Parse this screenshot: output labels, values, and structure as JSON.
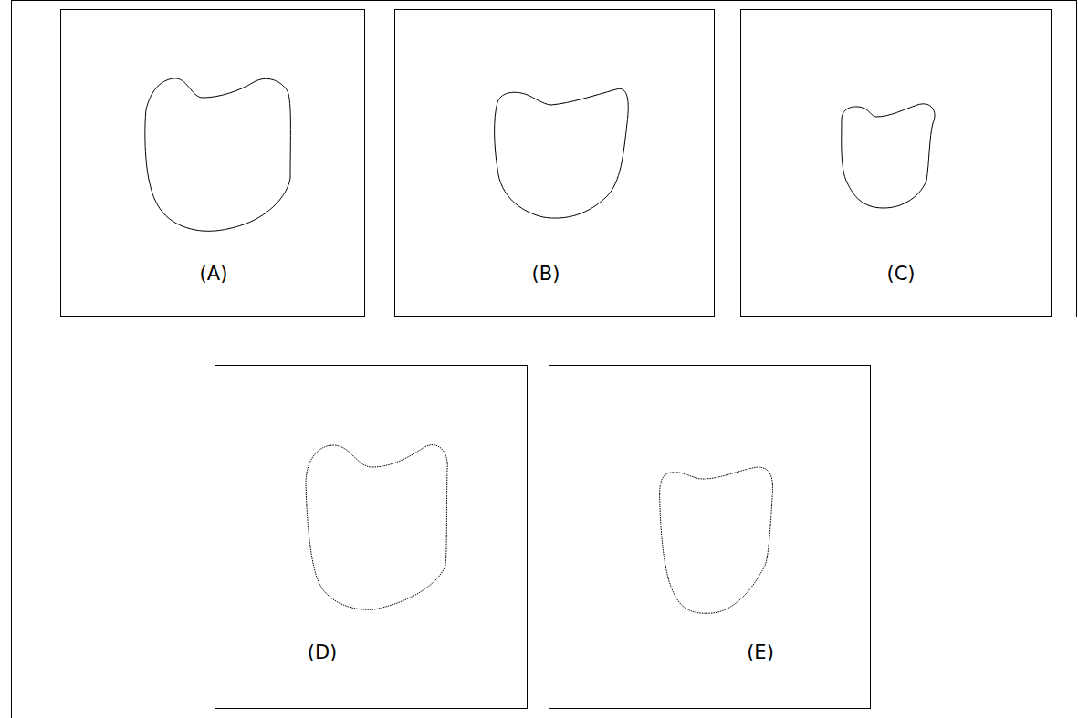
{
  "diagram": {
    "nodes": [
      {
        "text": [
          "(A)"
        ]
      },
      {
        "text": [
          "(B)"
        ]
      },
      {
        "text": [
          "(C)"
        ]
      },
      {
        "text": [
          "(D)"
        ]
      },
      {
        "text": [
          "(E)"
        ]
      }
    ]
  }
}
